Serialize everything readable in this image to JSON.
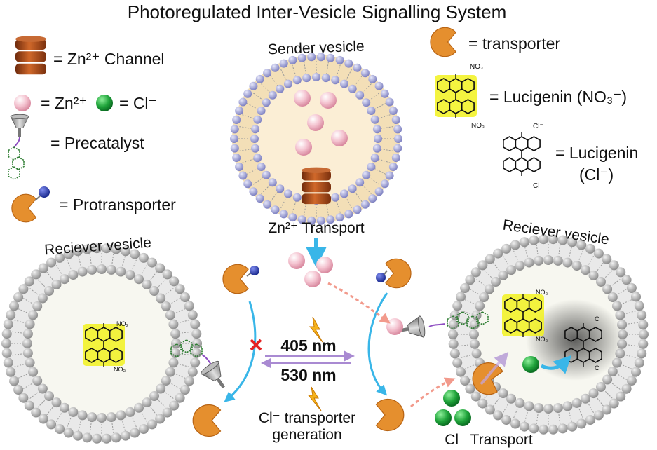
{
  "title": "Photoregulated Inter-Vesicle Signalling System",
  "legend": {
    "channel": "= Zn²⁺ Channel",
    "zn_eq": "= Zn²⁺",
    "cl_eq": "= Cl⁻",
    "precatalyst": "= Precatalyst",
    "protransporter": "= Protransporter",
    "transporter": "= transporter",
    "lucigenin_no3": "= Lucigenin (NO₃⁻)",
    "lucigenin_cl_a": "= Lucigenin",
    "lucigenin_cl_b": "(Cl⁻)"
  },
  "chem": {
    "no3": "NO₃",
    "cl": "Cl⁻"
  },
  "vesicles": {
    "sender": "Sender vesicle",
    "receiver_left": "Reciever vesicle",
    "receiver_right": "Reciever vesicle"
  },
  "process": {
    "zn_transport": "Zn²⁺ Transport",
    "wavelength_1": "405 nm",
    "wavelength_2": "530 nm",
    "generation_1": "Cl⁻ transporter",
    "generation_2": "generation",
    "cl_transport": "Cl⁻ Transport"
  },
  "colors": {
    "lipid_head_sender": "#a7a9d6",
    "lipid_head_receiver": "#b9b9b9",
    "sender_core": "#fbeed5",
    "channel": "#b5521e",
    "zn_ion": "#f2b9c9",
    "cl_ion": "#1fa33a",
    "transporter": "#e58f2e",
    "protransporter_tip": "#2a3ea8",
    "lucigenin_highlight": "#f2f21e",
    "flow_arrow": "#39b6e8",
    "light_arrow": "#a98ad2",
    "cross": "#e52222",
    "bolt": "#f5b21a"
  }
}
